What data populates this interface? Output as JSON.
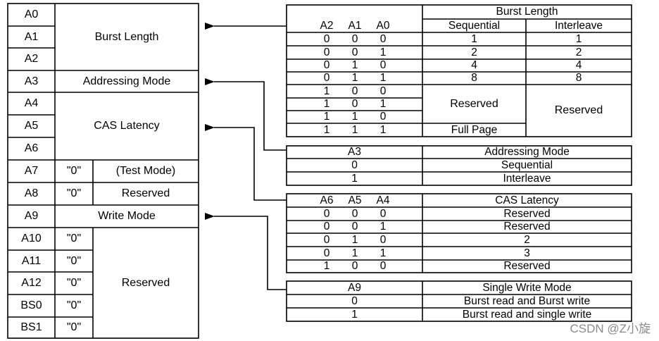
{
  "register": {
    "rows": [
      {
        "addr": "A0"
      },
      {
        "addr": "A1"
      },
      {
        "addr": "A2"
      },
      {
        "addr": "A3"
      },
      {
        "addr": "A4"
      },
      {
        "addr": "A5"
      },
      {
        "addr": "A6"
      },
      {
        "addr": "A7"
      },
      {
        "addr": "A8"
      },
      {
        "addr": "A9"
      },
      {
        "addr": "A10"
      },
      {
        "addr": "A11"
      },
      {
        "addr": "A12"
      },
      {
        "addr": "BS0"
      },
      {
        "addr": "BS1"
      }
    ],
    "burst_length": "Burst Length",
    "addressing_mode": "Addressing Mode",
    "cas_latency": "CAS Latency",
    "a7_value": "\"0\"",
    "a7_label": "(Test Mode)",
    "a8_value": "\"0\"",
    "a8_label": "Reserved",
    "write_mode": "Write Mode",
    "zeros": [
      "\"0\"",
      "\"0\"",
      "\"0\"",
      "\"0\"",
      "\"0\""
    ],
    "reserved_high": "Reserved"
  },
  "burst_table": {
    "title": "Burst Length",
    "headers": [
      "A2",
      "A1",
      "A0",
      "Sequential",
      "Interleave"
    ],
    "rows": [
      [
        "0",
        "0",
        "0",
        "1",
        "1"
      ],
      [
        "0",
        "0",
        "1",
        "2",
        "2"
      ],
      [
        "0",
        "1",
        "0",
        "4",
        "4"
      ],
      [
        "0",
        "1",
        "1",
        "8",
        "8"
      ],
      [
        "1",
        "0",
        "0"
      ],
      [
        "1",
        "0",
        "1"
      ],
      [
        "1",
        "1",
        "0"
      ],
      [
        "1",
        "1",
        "1"
      ]
    ],
    "reserved_seq": "Reserved",
    "reserved_int": "Reserved",
    "full_page": "Full Page"
  },
  "addressing_table": {
    "headers": [
      "A3",
      "Addressing Mode"
    ],
    "rows": [
      [
        "0",
        "Sequential"
      ],
      [
        "1",
        "Interleave"
      ]
    ]
  },
  "cas_table": {
    "headers": [
      "A6",
      "A5",
      "A4",
      "CAS Latency"
    ],
    "rows": [
      [
        "0",
        "0",
        "0",
        "Reserved"
      ],
      [
        "0",
        "0",
        "1",
        "Reserved"
      ],
      [
        "0",
        "1",
        "0",
        "2"
      ],
      [
        "0",
        "1",
        "1",
        "3"
      ],
      [
        "1",
        "0",
        "0",
        "Reserved"
      ]
    ]
  },
  "write_table": {
    "headers": [
      "A9",
      "Single Write Mode"
    ],
    "rows": [
      [
        "0",
        "Burst read and Burst write"
      ],
      [
        "1",
        "Burst read and single write"
      ]
    ]
  },
  "watermark": "CSDN @Z小旋"
}
